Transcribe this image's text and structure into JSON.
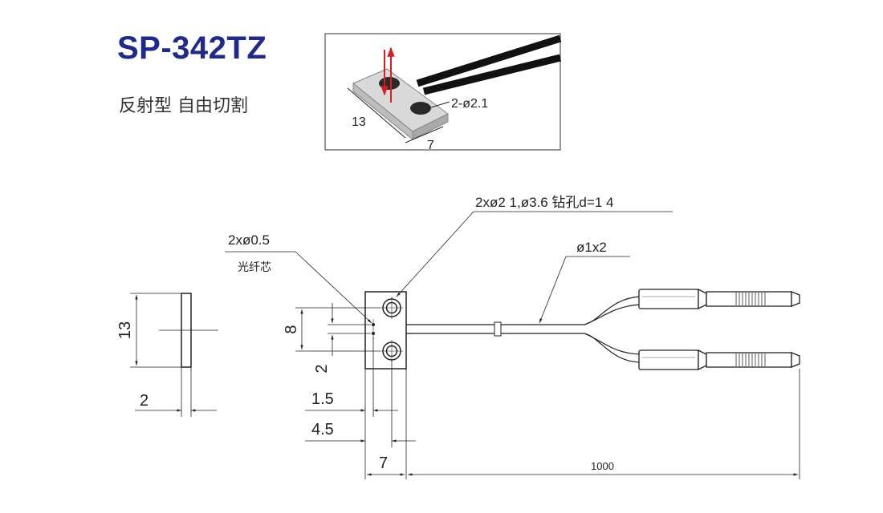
{
  "header": {
    "model": "SP-342TZ",
    "description": "反射型  自由切割"
  },
  "photo": {
    "hole_label": "2-ø2.1",
    "length_label": "13",
    "width_label": "7"
  },
  "drawing": {
    "mount_hole_label": "2xø2 1,ø3.6 钻孔d=1 4",
    "core_label": "2xø0.5",
    "core_note": "光纤芯",
    "cable_label": "ø1x2",
    "dims": {
      "height": "13",
      "thickness": "2",
      "pitch": "8",
      "edge": "2",
      "core_offset": "1.5",
      "hole_offset": "4.5",
      "width": "7",
      "cable_length": "1000"
    }
  },
  "colors": {
    "title": "#1f2a8a",
    "arrow": "#d42020"
  }
}
